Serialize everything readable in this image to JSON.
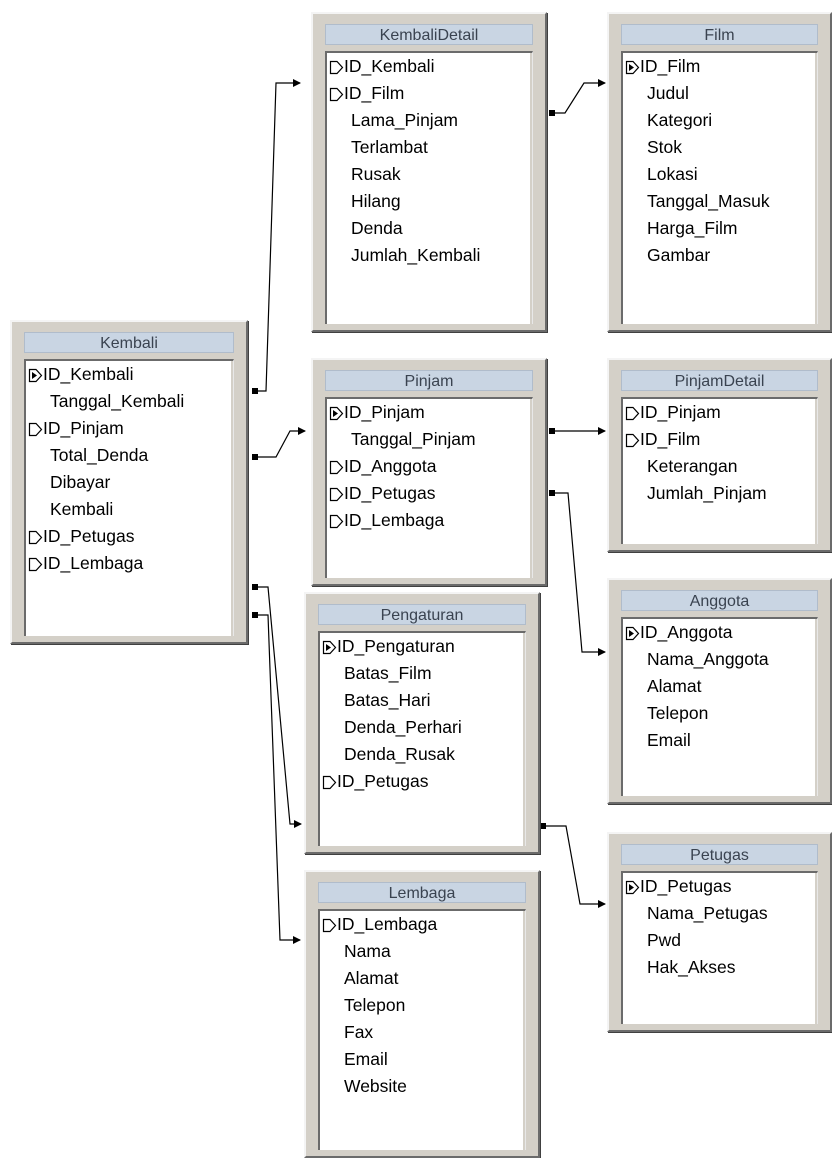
{
  "tables": [
    {
      "id": "kembali-detail",
      "title": "KembaliDetail",
      "fields": [
        {
          "name": "ID_Kembali",
          "marker": "fk"
        },
        {
          "name": "ID_Film",
          "marker": "fk"
        },
        {
          "name": "Lama_Pinjam",
          "marker": "none"
        },
        {
          "name": "Terlambat",
          "marker": "none"
        },
        {
          "name": "Rusak",
          "marker": "none"
        },
        {
          "name": "Hilang",
          "marker": "none"
        },
        {
          "name": "Denda",
          "marker": "none"
        },
        {
          "name": "Jumlah_Kembali",
          "marker": "none"
        }
      ]
    },
    {
      "id": "film",
      "title": "Film",
      "fields": [
        {
          "name": "ID_Film",
          "marker": "key"
        },
        {
          "name": "Judul",
          "marker": "none"
        },
        {
          "name": "Kategori",
          "marker": "none"
        },
        {
          "name": "Stok",
          "marker": "none"
        },
        {
          "name": "Lokasi",
          "marker": "none"
        },
        {
          "name": "Tanggal_Masuk",
          "marker": "none"
        },
        {
          "name": "Harga_Film",
          "marker": "none"
        },
        {
          "name": "Gambar",
          "marker": "none"
        }
      ]
    },
    {
      "id": "kembali",
      "title": "Kembali",
      "fields": [
        {
          "name": "ID_Kembali",
          "marker": "key"
        },
        {
          "name": "Tanggal_Kembali",
          "marker": "none"
        },
        {
          "name": "ID_Pinjam",
          "marker": "fk"
        },
        {
          "name": "Total_Denda",
          "marker": "none"
        },
        {
          "name": "Dibayar",
          "marker": "none"
        },
        {
          "name": "Kembali",
          "marker": "none"
        },
        {
          "name": "ID_Petugas",
          "marker": "fk"
        },
        {
          "name": "ID_Lembaga",
          "marker": "fk"
        }
      ]
    },
    {
      "id": "pinjam",
      "title": "Pinjam",
      "fields": [
        {
          "name": "ID_Pinjam",
          "marker": "key"
        },
        {
          "name": "Tanggal_Pinjam",
          "marker": "none"
        },
        {
          "name": "ID_Anggota",
          "marker": "fk"
        },
        {
          "name": "ID_Petugas",
          "marker": "fk"
        },
        {
          "name": "ID_Lembaga",
          "marker": "fk"
        }
      ]
    },
    {
      "id": "pinjam-detail",
      "title": "PinjamDetail",
      "fields": [
        {
          "name": "ID_Pinjam",
          "marker": "fk"
        },
        {
          "name": "ID_Film",
          "marker": "fk"
        },
        {
          "name": "Keterangan",
          "marker": "none"
        },
        {
          "name": "Jumlah_Pinjam",
          "marker": "none"
        }
      ]
    },
    {
      "id": "pengaturan",
      "title": "Pengaturan",
      "fields": [
        {
          "name": "ID_Pengaturan",
          "marker": "key"
        },
        {
          "name": "Batas_Film",
          "marker": "none"
        },
        {
          "name": "Batas_Hari",
          "marker": "none"
        },
        {
          "name": "Denda_Perhari",
          "marker": "none"
        },
        {
          "name": "Denda_Rusak",
          "marker": "none"
        },
        {
          "name": "ID_Petugas",
          "marker": "fk"
        }
      ]
    },
    {
      "id": "anggota",
      "title": "Anggota",
      "fields": [
        {
          "name": "ID_Anggota",
          "marker": "key"
        },
        {
          "name": "Nama_Anggota",
          "marker": "none"
        },
        {
          "name": "Alamat",
          "marker": "none"
        },
        {
          "name": "Telepon",
          "marker": "none"
        },
        {
          "name": "Email",
          "marker": "none"
        }
      ]
    },
    {
      "id": "petugas",
      "title": "Petugas",
      "fields": [
        {
          "name": "ID_Petugas",
          "marker": "key"
        },
        {
          "name": "Nama_Petugas",
          "marker": "none"
        },
        {
          "name": "Pwd",
          "marker": "none"
        },
        {
          "name": "Hak_Akses",
          "marker": "none"
        }
      ]
    },
    {
      "id": "lembaga",
      "title": "Lembaga",
      "fields": [
        {
          "name": "ID_Lembaga",
          "marker": "fk"
        },
        {
          "name": "Nama",
          "marker": "none"
        },
        {
          "name": "Alamat",
          "marker": "none"
        },
        {
          "name": "Telepon",
          "marker": "none"
        },
        {
          "name": "Fax",
          "marker": "none"
        },
        {
          "name": "Email",
          "marker": "none"
        },
        {
          "name": "Website",
          "marker": "none"
        }
      ]
    }
  ],
  "relationships": [
    {
      "from_table": "kembali",
      "from_field": "ID_Kembali",
      "to_table": "kembali-detail",
      "to_field": "ID_Kembali"
    },
    {
      "from_table": "kembali-detail",
      "from_field": "ID_Film",
      "to_table": "film",
      "to_field": "ID_Film"
    },
    {
      "from_table": "kembali",
      "from_field": "ID_Pinjam",
      "to_table": "pinjam",
      "to_field": "ID_Pinjam"
    },
    {
      "from_table": "pinjam",
      "from_field": "ID_Pinjam",
      "to_table": "pinjam-detail",
      "to_field": "ID_Pinjam"
    },
    {
      "from_table": "pinjam",
      "from_field": "ID_Anggota",
      "to_table": "anggota",
      "to_field": "ID_Anggota"
    },
    {
      "from_table": "kembali",
      "from_field": "ID_Petugas",
      "to_table": "pengaturan",
      "to_field": "ID_Petugas"
    },
    {
      "from_table": "pengaturan",
      "from_field": "ID_Petugas",
      "to_table": "petugas",
      "to_field": "ID_Petugas"
    },
    {
      "from_table": "kembali",
      "from_field": "ID_Lembaga",
      "to_table": "lembaga",
      "to_field": "ID_Lembaga"
    }
  ]
}
